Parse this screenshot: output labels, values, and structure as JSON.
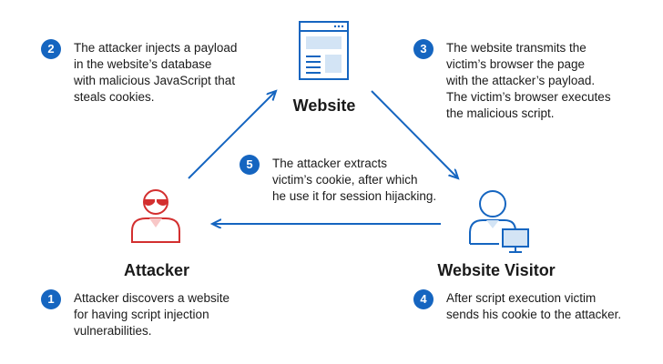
{
  "colors": {
    "blue": "#1565c0",
    "red": "#d32f2f",
    "badge": "#1565c0",
    "icon_fill_light": "#d3e4f5"
  },
  "nodes": {
    "website": {
      "label": "Website",
      "icon": "browser-window-icon"
    },
    "attacker": {
      "label": "Attacker",
      "icon": "hacker-sunglasses-icon"
    },
    "visitor": {
      "label": "Website Visitor",
      "icon": "user-with-computer-icon"
    }
  },
  "steps": [
    {
      "number": "1",
      "lines": [
        "Attacker discovers a website",
        "for having script injection",
        "vulnerabilities."
      ]
    },
    {
      "number": "2",
      "lines": [
        "The attacker injects a payload",
        "in the website’s database",
        "with malicious JavaScript that",
        "steals cookies."
      ]
    },
    {
      "number": "3",
      "lines": [
        "The website transmits the",
        "victim’s browser the page",
        "with the attacker’s payload.",
        "The victim’s browser executes",
        "the malicious script."
      ]
    },
    {
      "number": "4",
      "lines": [
        "After script execution victim",
        "sends his cookie to the attacker."
      ]
    },
    {
      "number": "5",
      "lines": [
        "The attacker extracts",
        "victim’s cookie, after which",
        "he use it for session hijacking."
      ]
    }
  ]
}
